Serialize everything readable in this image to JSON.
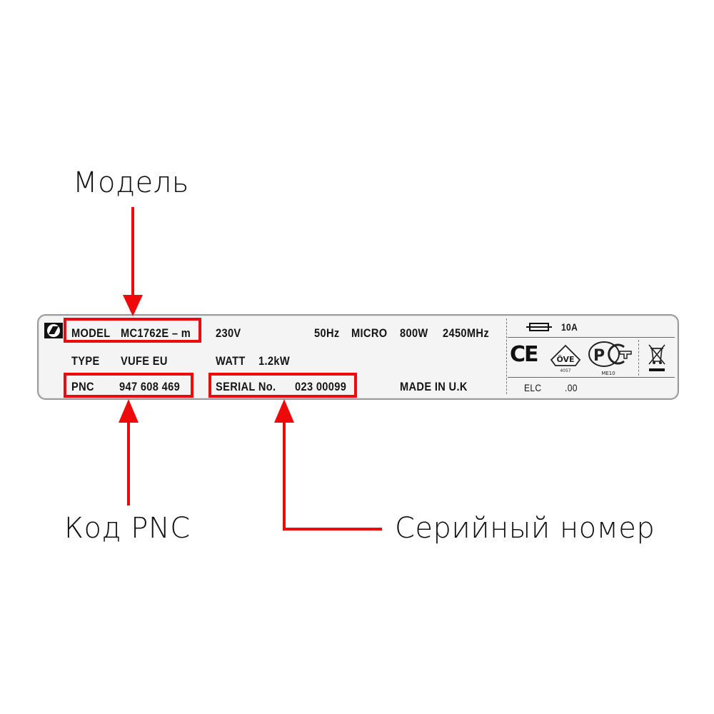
{
  "annotations": {
    "model_label": "Модель",
    "pnc_label": "Код PNC",
    "serial_label": "Серийный номер",
    "highlight_color": "#ee0a0a"
  },
  "plate": {
    "row1": {
      "model_key": "MODEL",
      "model_value": "MC1762E – m",
      "voltage": "230V",
      "frequency": "50Hz",
      "micro_key": "MICRO",
      "micro_power": "800W",
      "microwave_freq": "2450MHz"
    },
    "row2": {
      "type_key": "TYPE",
      "type_value": "VUFE EU",
      "watt_key": "WATT",
      "watt_value": "1.2kW"
    },
    "row3": {
      "pnc_key": "PNC",
      "pnc_value": "947 608 469",
      "serial_key": "SERIAL No.",
      "serial_value": "023 00099",
      "made_in": "MADE IN U.K"
    },
    "right_panel": {
      "fuse_rating": "10A",
      "ce_mark": "CE",
      "ove_mark": "ÖVE",
      "ove_number": "4057",
      "pct_mark": "PCT",
      "pct_code": "МЕ10",
      "elc_key": "ELC",
      "elc_value": ".00"
    },
    "icons": [
      "brand-logo-icon",
      "fuse-icon",
      "ce-mark-icon",
      "ove-mark-icon",
      "pct-mark-icon",
      "weee-bin-icon"
    ]
  }
}
